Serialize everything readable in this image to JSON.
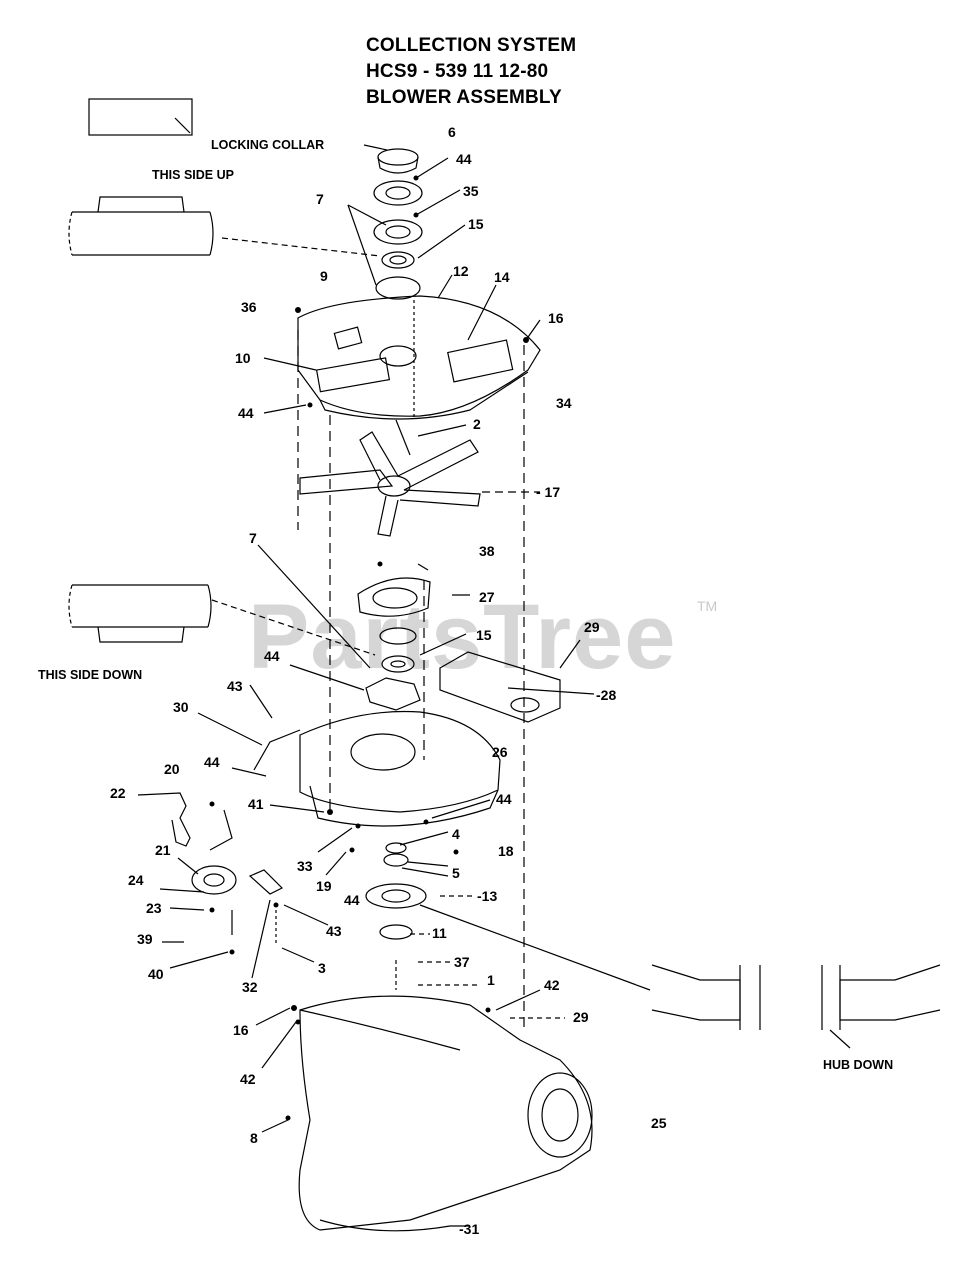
{
  "header": {
    "line1": "COLLECTION SYSTEM",
    "line2": "HCS9 - 539 11 12-80",
    "line3": "BLOWER ASSEMBLY"
  },
  "notes": {
    "locking_collar": "LOCKING COLLAR",
    "this_side_up": "THIS SIDE UP",
    "this_side_down": "THIS SIDE DOWN",
    "hub_down": "HUB DOWN"
  },
  "watermark": {
    "text": "PartsTree",
    "trademark": "TM"
  },
  "part_labels": [
    "6",
    "44",
    "35",
    "7",
    "15",
    "12",
    "14",
    "9",
    "36",
    "16",
    "10",
    "34",
    "44",
    "2",
    "17",
    "7",
    "38",
    "27",
    "15",
    "29",
    "44",
    "28",
    "43",
    "30",
    "26",
    "44",
    "20",
    "22",
    "44",
    "41",
    "4",
    "18",
    "21",
    "33",
    "19",
    "5",
    "44",
    "24",
    "13",
    "23",
    "43",
    "11",
    "39",
    "3",
    "37",
    "40",
    "32",
    "1",
    "42",
    "29",
    "16",
    "42",
    "25",
    "8",
    "31"
  ],
  "part_label_display": [
    "6",
    "44",
    "35",
    "7",
    "15",
    "12",
    "14",
    "9",
    "36",
    "16",
    "10",
    "34",
    "44",
    "2",
    "- 17",
    "7",
    "38",
    "27",
    "15",
    "29",
    "44",
    "-28",
    "43",
    "30",
    "26",
    "44",
    "20",
    "22",
    "44",
    "41",
    "4",
    "18",
    "21",
    "33",
    "19",
    "5",
    "44",
    "24",
    "-13",
    "23",
    "43",
    "11",
    "39",
    "3",
    "37",
    "40",
    "32",
    "1",
    "42",
    "29",
    "16",
    "42",
    "25",
    "8",
    "-31"
  ]
}
